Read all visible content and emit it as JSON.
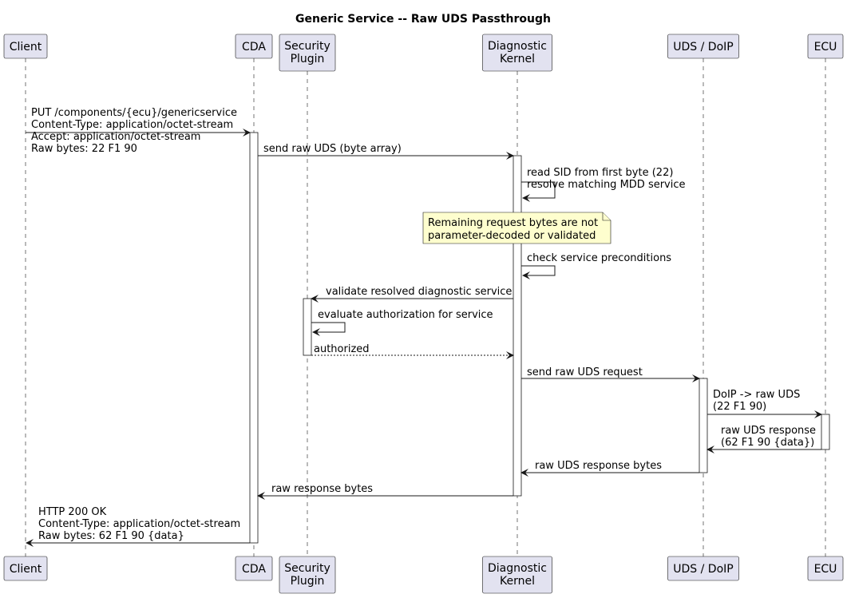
{
  "diagram": {
    "title": "Generic Service -- Raw UDS Passthrough",
    "participants": [
      {
        "id": "client",
        "lines": [
          "Client"
        ]
      },
      {
        "id": "cda",
        "lines": [
          "CDA"
        ]
      },
      {
        "id": "security",
        "lines": [
          "Security",
          "Plugin"
        ]
      },
      {
        "id": "kernel",
        "lines": [
          "Diagnostic",
          "Kernel"
        ]
      },
      {
        "id": "doip",
        "lines": [
          "UDS / DoIP"
        ]
      },
      {
        "id": "ecu",
        "lines": [
          "ECU"
        ]
      }
    ],
    "messages": [
      {
        "from": "client",
        "to": "cda",
        "style": "solid",
        "lines": [
          "PUT /components/{ecu}/genericservice",
          "Content-Type: application/octet-stream",
          "Accept: application/octet-stream",
          "Raw bytes: 22 F1 90"
        ]
      },
      {
        "from": "cda",
        "to": "kernel",
        "style": "solid",
        "lines": [
          "send raw UDS (byte array)"
        ]
      },
      {
        "from": "kernel",
        "to": "kernel",
        "style": "solid",
        "lines": [
          "read SID from first byte (22)",
          "resolve matching MDD service"
        ]
      },
      {
        "from": "kernel",
        "to": "kernel",
        "style": "solid",
        "lines": [
          "check service preconditions"
        ]
      },
      {
        "from": "kernel",
        "to": "security",
        "style": "solid",
        "lines": [
          "validate resolved diagnostic service"
        ]
      },
      {
        "from": "security",
        "to": "security",
        "style": "solid",
        "lines": [
          "evaluate authorization for service"
        ]
      },
      {
        "from": "security",
        "to": "kernel",
        "style": "dashed",
        "lines": [
          "authorized"
        ]
      },
      {
        "from": "kernel",
        "to": "doip",
        "style": "solid",
        "lines": [
          "send raw UDS request"
        ]
      },
      {
        "from": "doip",
        "to": "ecu",
        "style": "solid",
        "lines": [
          "DoIP -> raw UDS",
          "(22 F1 90)"
        ]
      },
      {
        "from": "ecu",
        "to": "doip",
        "style": "solid",
        "lines": [
          "raw UDS response",
          "(62 F1 90 {data})"
        ]
      },
      {
        "from": "doip",
        "to": "kernel",
        "style": "solid",
        "lines": [
          "raw UDS response bytes"
        ]
      },
      {
        "from": "kernel",
        "to": "cda",
        "style": "solid",
        "lines": [
          "raw response bytes"
        ]
      },
      {
        "from": "cda",
        "to": "client",
        "style": "solid",
        "lines": [
          "HTTP 200 OK",
          "Content-Type: application/octet-stream",
          "Raw bytes: 62 F1 90 {data}"
        ]
      }
    ],
    "note": {
      "over": "kernel",
      "lines": [
        "Remaining request bytes are not",
        "parameter-decoded or validated"
      ]
    },
    "colors": {
      "participant_fill": "#e2e2f0",
      "note_fill": "#fefece",
      "line": "#181818"
    }
  }
}
